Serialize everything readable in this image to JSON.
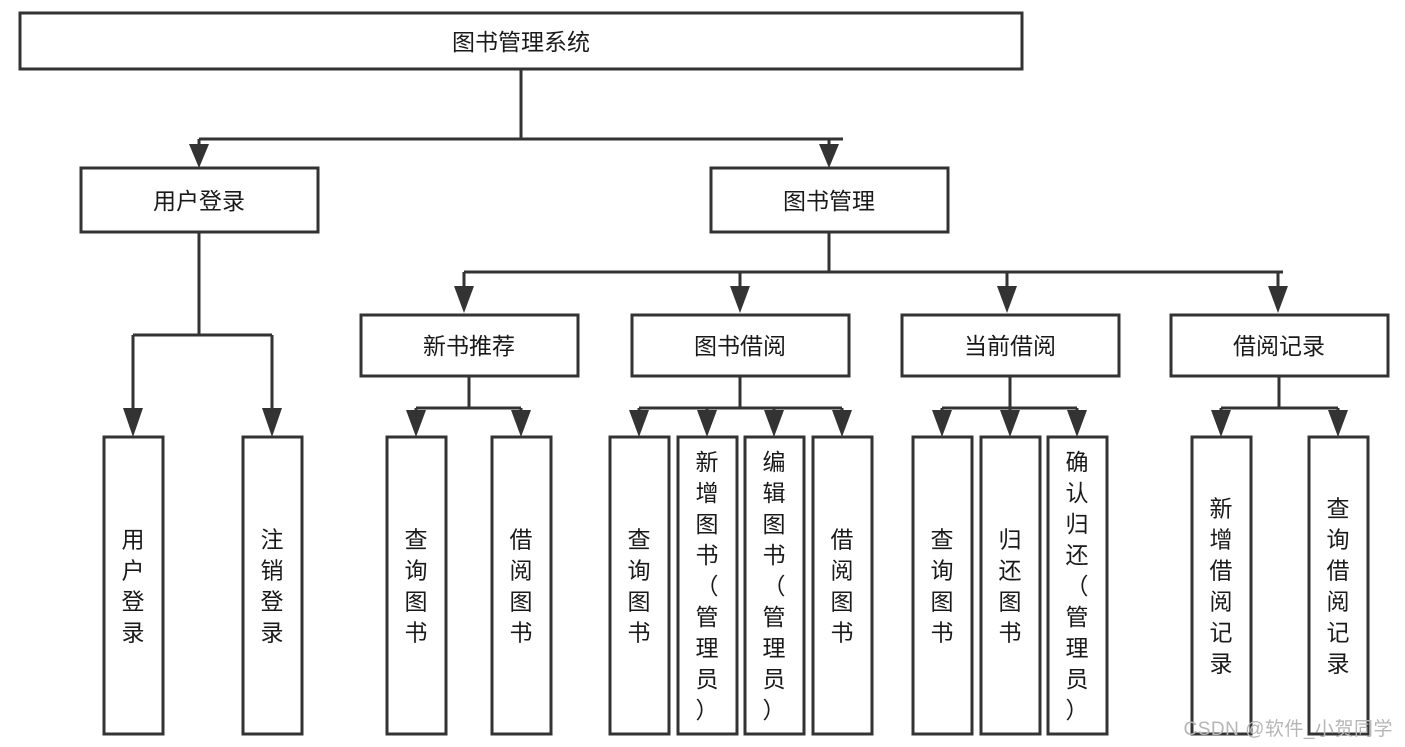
{
  "diagram": {
    "type": "tree-hierarchy",
    "title": "图书管理系统",
    "watermark": "CSDN @软件_小贺同学",
    "colors": {
      "stroke": "#333333",
      "box_fill": "#ffffff",
      "text": "#1a1a1a",
      "background": "#ffffff",
      "watermark": "#b6b6b6"
    },
    "root": {
      "label": "图书管理系统"
    },
    "level2": [
      {
        "label": "用户登录"
      },
      {
        "label": "图书管理"
      }
    ],
    "level3": [
      {
        "label": "新书推荐"
      },
      {
        "label": "图书借阅"
      },
      {
        "label": "当前借阅"
      },
      {
        "label": "借阅记录"
      }
    ],
    "leaves": {
      "user_login": [
        {
          "label": "用户登录"
        },
        {
          "label": "注销登录"
        }
      ],
      "new_book_recommend": [
        {
          "label": "查询图书"
        },
        {
          "label": "借阅图书"
        }
      ],
      "book_borrow": [
        {
          "label": "查询图书"
        },
        {
          "label": "新增图书（管理员）"
        },
        {
          "label": "编辑图书（管理员）"
        },
        {
          "label": "借阅图书"
        }
      ],
      "current_borrow": [
        {
          "label": "查询图书"
        },
        {
          "label": "归还图书"
        },
        {
          "label": "确认归还（管理员）"
        }
      ],
      "borrow_records": [
        {
          "label": "新增借阅记录"
        },
        {
          "label": "查询借阅记录"
        }
      ]
    }
  }
}
